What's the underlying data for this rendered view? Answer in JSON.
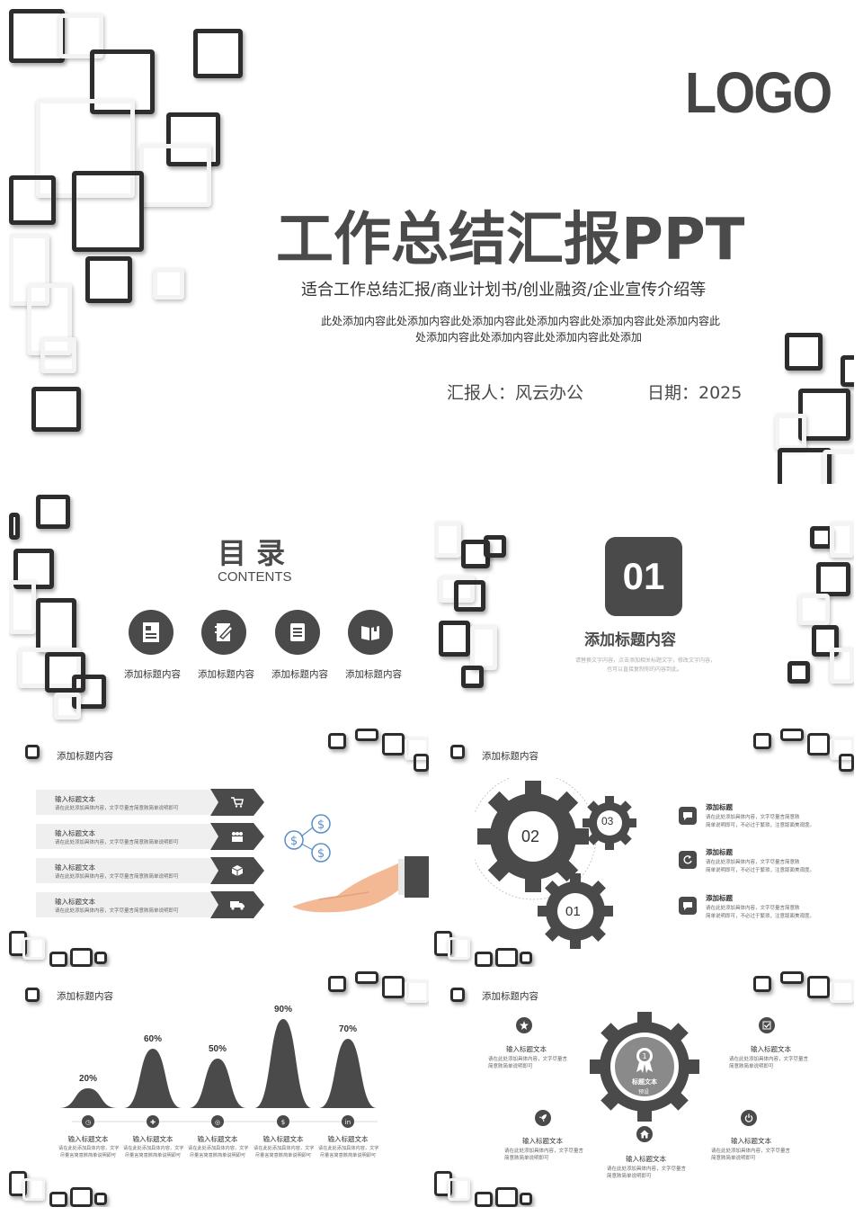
{
  "cover": {
    "logo": "LOGO",
    "title": "工作总结汇报PPT",
    "subtitle": "适合工作总结汇报/商业计划书/创业融资/企业宣传介绍等",
    "desc_line1": "此处添加内容此处添加内容此处添加内容此处添加内容此处添加内容此处添加内容此",
    "desc_line2": "处添加内容此处添加内容此处添加内容此处添加",
    "reporter": "汇报人：风云办公",
    "date": "日期：2025"
  },
  "toc": {
    "title": "目 录",
    "subtitle": "CONTENTS",
    "items": [
      "添加标题内容",
      "添加标题内容",
      "添加标题内容",
      "添加标题内容"
    ]
  },
  "section": {
    "number": "01",
    "title": "添加标题内容",
    "desc_line1": "请替换文字内容，点击添加相关标题文字，修改文字内容，",
    "desc_line2": "也可以直接复制你的内容到此。"
  },
  "list_slide": {
    "heading": "添加标题内容",
    "items": [
      {
        "title": "输入标题文本",
        "body": "请在此处添加具体内容，文字尽量言简意赅简单说明即可"
      },
      {
        "title": "输入标题文本",
        "body": "请在此处添加具体内容，文字尽量言简意赅简单说明即可"
      },
      {
        "title": "输入标题文本",
        "body": "请在此处添加具体内容，文字尽量言简意赅简单说明即可"
      },
      {
        "title": "输入标题文本",
        "body": "请在此处添加具体内容，文字尽量言简意赅简单说明即可"
      }
    ],
    "icons": [
      "cart-icon",
      "people-icon",
      "box-icon",
      "truck-icon"
    ]
  },
  "gear_slide": {
    "heading": "添加标题内容",
    "gears": [
      "02",
      "03",
      "01"
    ],
    "items": [
      {
        "title": "添加标题",
        "line1": "请在此处添加具体内容，文字尽量言简意赅",
        "line2": "简单说明即可，不必过于繁琐，注意版面美观度。"
      },
      {
        "title": "添加标题",
        "line1": "请在此处添加具体内容，文字尽量言简意赅",
        "line2": "简单说明即可，不必过于繁琐，注意版面美观度。"
      },
      {
        "title": "添加标题",
        "line1": "请在此处添加具体内容，文字尽量言简意赅",
        "line2": "简单说明即可，不必过于繁琐，注意版面美观度。"
      }
    ]
  },
  "wave_slide": {
    "heading": "添加标题内容",
    "items": [
      {
        "title": "输入标题文本",
        "line1": "请在此处添加具体内容，文字",
        "line2": "尽量言简意赅简单说明即可"
      },
      {
        "title": "输入标题文本",
        "line1": "请在此处添加具体内容，文字",
        "line2": "尽量言简意赅简单说明即可"
      },
      {
        "title": "输入标题文本",
        "line1": "请在此处添加具体内容，文字",
        "line2": "尽量言简意赅简单说明即可"
      },
      {
        "title": "输入标题文本",
        "line1": "请在此处添加具体内容，文字",
        "line2": "尽量言简意赅简单说明即可"
      },
      {
        "title": "输入标题文本",
        "line1": "请在此处添加具体内容，文字",
        "line2": "尽量言简意赅简单说明即可"
      }
    ],
    "chart_data": {
      "type": "area",
      "categories": [
        "输入标题文本",
        "输入标题文本",
        "输入标题文本",
        "输入标题文本",
        "输入标题文本"
      ],
      "values": [
        20,
        60,
        50,
        90,
        70
      ],
      "labels": [
        "20%",
        "60%",
        "50%",
        "90%",
        "70%"
      ],
      "ylim": [
        0,
        100
      ]
    }
  },
  "circle_slide": {
    "heading": "添加标题内容",
    "center_title": "标题文本",
    "center_sub": "预设",
    "items": [
      {
        "title": "输入标题文本",
        "line1": "请在此处添加具体内容，文字尽量言",
        "line2": "简意赅简单说明即可"
      },
      {
        "title": "输入标题文本",
        "line1": "请在此处添加具体内容，文字尽量言",
        "line2": "简意赅简单说明即可"
      },
      {
        "title": "输入标题文本",
        "line1": "请在此处添加具体内容，文字尽量言",
        "line2": "简意赅简单说明即可"
      },
      {
        "title": "输入标题文本",
        "line1": "请在此处添加具体内容，文字尽量言",
        "line2": "简意赅简单说明即可"
      },
      {
        "title": "输入标题文本",
        "line1": "请在此处添加具体内容，文字尽量言",
        "line2": "简意赅简单说明即可"
      }
    ]
  },
  "colors": {
    "primary": "#4a4a4a",
    "dark": "#2e2c2d",
    "light": "#efefef"
  }
}
